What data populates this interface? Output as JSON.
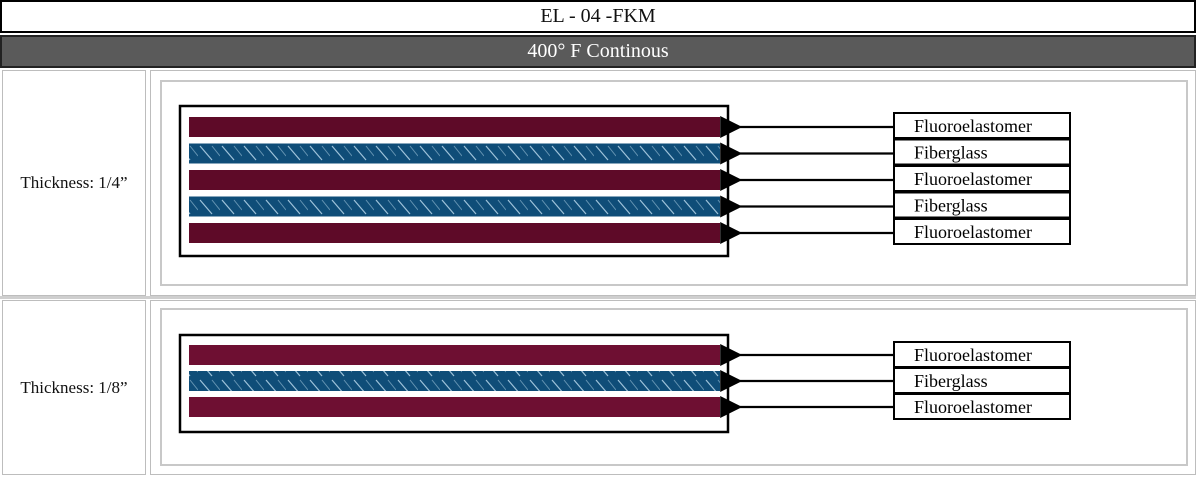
{
  "header": {
    "title": "EL - 04 -FKM",
    "subtitle": "400° F Continous"
  },
  "sections": [
    {
      "thickness_label": "Thickness: 1/4”",
      "layers": [
        "Fluoroelastomer",
        "Fiberglass",
        "Fluoroelastomer",
        "Fiberglass",
        "Fluoroelastomer"
      ]
    },
    {
      "thickness_label": "Thickness: 1/8”",
      "layers": [
        "Fluoroelastomer",
        "Fiberglass",
        "Fluoroelastomer"
      ]
    }
  ],
  "colors": {
    "fluoroelastomer": "#5e0a28",
    "fluoroelastomer_light": "#6e0f32",
    "fiberglass": "#0f4d78",
    "fiberglass_hatch": "#9fc3da",
    "header_bg": "#5a5a5a"
  }
}
